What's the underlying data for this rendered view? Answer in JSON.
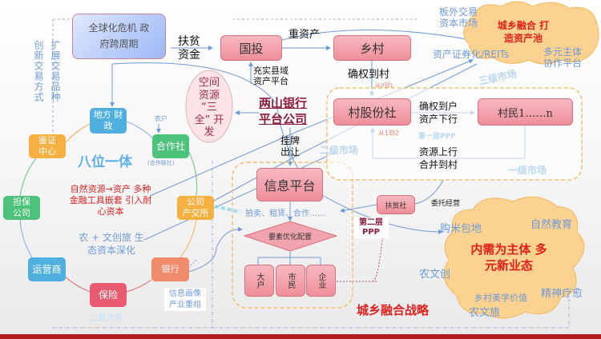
{
  "top": {
    "crisis_box": "全球化危机 政府跨周期",
    "poverty_fund": "扶贫资金",
    "guotou": "国投",
    "heavy_assets": "重资产",
    "village": "乡村",
    "offboard": "板外交易 资本市场",
    "cloud_top": "城乡融合 打造资产池",
    "reits": "资产证券化/REITs",
    "multi_platform": "多元主体 协作平台",
    "confirm_village": "确权到村",
    "zero_to_one": "从0到1",
    "third_market": "三级市场",
    "enrich": "充实县域 资产平台"
  },
  "village_area": {
    "coop": "村股份社",
    "confirm_household": "确权到户 资产下行",
    "villagers": "村民1……n",
    "one_to_two": "从1到2",
    "ppp1": "第一层PPP",
    "second_market": "二级市场",
    "resource_up": "资源上行 合并到村",
    "first_market": "一级市场"
  },
  "center": {
    "bank_platform_line1": "两山银行",
    "bank_platform_line2": "平台公司",
    "space_dev": "空间 资源 “三全” 开发",
    "listing": "挂牌 出让",
    "info_platform": "信息平台",
    "auction": "拍卖、租赁、合作……",
    "factor": "要素优化配置",
    "big_household": "大户",
    "citizen": "市民",
    "enterprise": "企业",
    "poverty_coop": "扶贫社",
    "entrust": "委托经营",
    "ppp2": "第二层 PPP",
    "strategy": "城乡融合战略"
  },
  "left": {
    "innovate": "创新交易方式",
    "expand": "扩展交易品种",
    "eight_in_one": "八位一体",
    "nodes": {
      "local_finance": "地方 财政",
      "farmer": "农户",
      "cooperative": "合作社",
      "coop_union": "(合作联社)",
      "certification": "鉴证 中心",
      "guarantee": "担保 公司",
      "exchange": "公司 产交所",
      "operator": "运营商",
      "bank": "银行",
      "insurance": "保险"
    },
    "natural": "自然资源→资产 多种金融工具嵌套 引入耐心资本",
    "agri_culture": "农 + 文创旅 生态资本深化",
    "second_market": "二级市场",
    "info_profile": "信息画像 产业重组"
  },
  "bottom_cloud": {
    "center": "内需为主体 多元新业态",
    "rice": "购米包地",
    "nature_edu": "自然教育",
    "agri_creative": "农文创",
    "aesthetics": "乡村美学价值",
    "healing": "精神疗愈",
    "agri_tourism": "农文旅"
  },
  "colors": {
    "accent_red": "#e0201c",
    "blue_text": "#6f9ad8",
    "pink_box": "#f0a0aa"
  }
}
